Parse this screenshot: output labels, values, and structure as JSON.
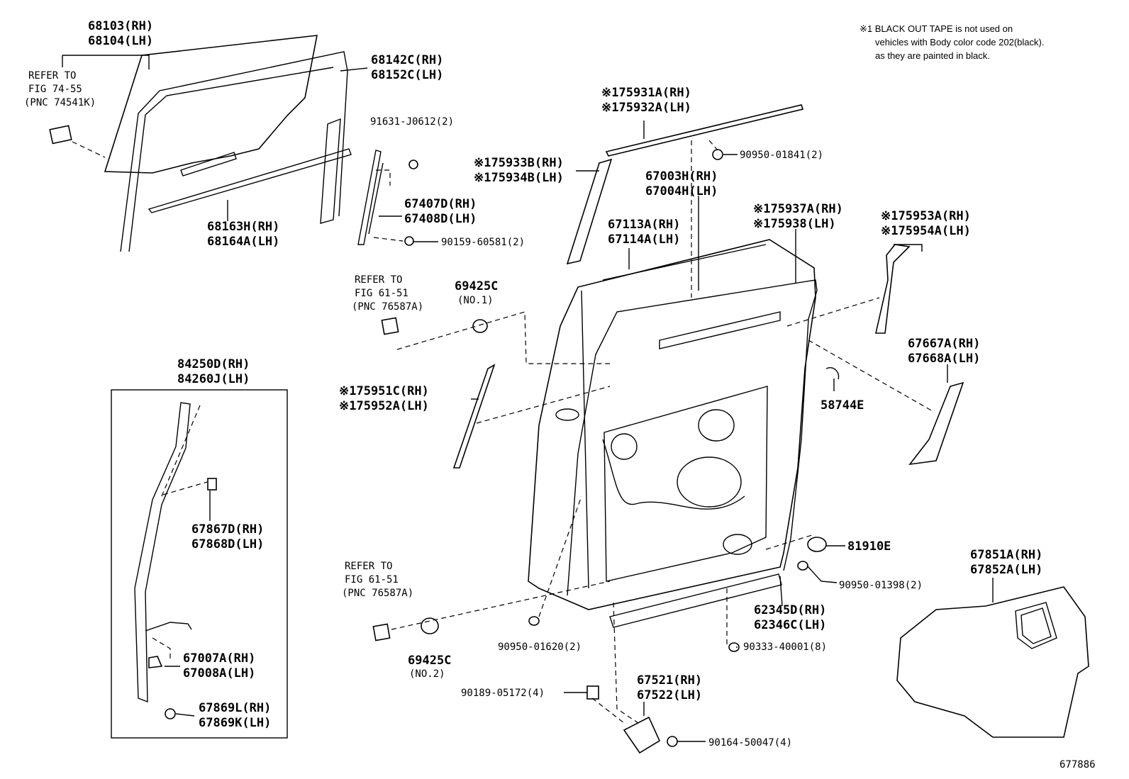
{
  "note": {
    "line1": "※1 BLACK OUT TAPE is not used on",
    "line2": "vehicles with Body color code 202(black).",
    "line3": "as they are painted in black."
  },
  "figure_id": "677886",
  "refs": [
    {
      "id": "ref-74-55",
      "lines": [
        "REFER TO",
        "FIG 74-55",
        "(PNC 74541K)"
      ]
    },
    {
      "id": "ref-61-51-a",
      "lines": [
        "REFER TO",
        "FIG 61-51",
        "(PNC 76587A)"
      ]
    },
    {
      "id": "ref-61-51-b",
      "lines": [
        "REFER TO",
        "FIG 61-51",
        "(PNC 76587A)"
      ]
    }
  ],
  "parts": [
    {
      "id": "p68103",
      "lines": [
        "68103(RH)",
        "68104(LH)"
      ]
    },
    {
      "id": "p68142",
      "lines": [
        "68142C(RH)",
        "68152C(LH)"
      ]
    },
    {
      "id": "p91631",
      "lines": [
        "91631-J0612(2)"
      ]
    },
    {
      "id": "p68163",
      "lines": [
        "68163H(RH)",
        "68164A(LH)"
      ]
    },
    {
      "id": "p67407",
      "lines": [
        "67407D(RH)",
        "67408D(LH)"
      ]
    },
    {
      "id": "p90159",
      "lines": [
        "90159-60581(2)"
      ]
    },
    {
      "id": "p75931",
      "lines": [
        "※175931A(RH)",
        "※175932A(LH)"
      ]
    },
    {
      "id": "p90950a",
      "lines": [
        "90950-01841(2)"
      ]
    },
    {
      "id": "p75933",
      "lines": [
        "※175933B(RH)",
        "※175934B(LH)"
      ]
    },
    {
      "id": "p67003",
      "lines": [
        "67003H(RH)",
        "67004H(LH)"
      ]
    },
    {
      "id": "p67113",
      "lines": [
        "67113A(RH)",
        "67114A(LH)"
      ]
    },
    {
      "id": "p75937",
      "lines": [
        "※175937A(RH)",
        "※175938(LH)"
      ]
    },
    {
      "id": "p75953",
      "lines": [
        "※175953A(RH)",
        "※175954A(LH)"
      ]
    },
    {
      "id": "p69425a",
      "lines": [
        "69425C",
        "(NO.1)"
      ]
    },
    {
      "id": "p67667",
      "lines": [
        "67667A(RH)",
        "67668A(LH)"
      ]
    },
    {
      "id": "p84250",
      "lines": [
        "84250D(RH)",
        "84260J(LH)"
      ]
    },
    {
      "id": "p75951",
      "lines": [
        "※175951C(RH)",
        "※175952A(LH)"
      ]
    },
    {
      "id": "p58744",
      "lines": [
        "58744E"
      ]
    },
    {
      "id": "p67867",
      "lines": [
        "67867D(RH)",
        "67868D(LH)"
      ]
    },
    {
      "id": "p81910",
      "lines": [
        "81910E"
      ]
    },
    {
      "id": "p67851",
      "lines": [
        "67851A(RH)",
        "67852A(LH)"
      ]
    },
    {
      "id": "p90950b",
      "lines": [
        "90950-01398(2)"
      ]
    },
    {
      "id": "p62345",
      "lines": [
        "62345D(RH)",
        "62346C(LH)"
      ]
    },
    {
      "id": "p90950c",
      "lines": [
        "90950-01620(2)"
      ]
    },
    {
      "id": "p90333",
      "lines": [
        "90333-40001(8)"
      ]
    },
    {
      "id": "p69425b",
      "lines": [
        "69425C",
        "(NO.2)"
      ]
    },
    {
      "id": "p67007",
      "lines": [
        "67007A(RH)",
        "67008A(LH)"
      ]
    },
    {
      "id": "p67521",
      "lines": [
        "67521(RH)",
        "67522(LH)"
      ]
    },
    {
      "id": "p90189",
      "lines": [
        "90189-05172(4)"
      ]
    },
    {
      "id": "p67869",
      "lines": [
        "67869L(RH)",
        "67869K(LH)"
      ]
    },
    {
      "id": "p90164",
      "lines": [
        "90164-50047(4)"
      ]
    }
  ]
}
